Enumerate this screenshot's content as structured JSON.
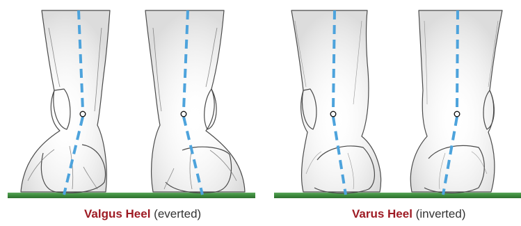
{
  "captions": {
    "valgus": {
      "bold": "Valgus Heel",
      "normal": " (everted)"
    },
    "varus": {
      "bold": "Varus Heel",
      "normal": " (inverted)"
    }
  },
  "colors": {
    "caption_accent": "#9e1b24",
    "caption_text": "#333333",
    "ground": "#3c8a3c",
    "alignment_line": "#4da3dc",
    "sketch": "#4a4a4a"
  },
  "icons": {
    "heel_marker": "circle-marker",
    "alignment": "dashed-alignment-line"
  }
}
